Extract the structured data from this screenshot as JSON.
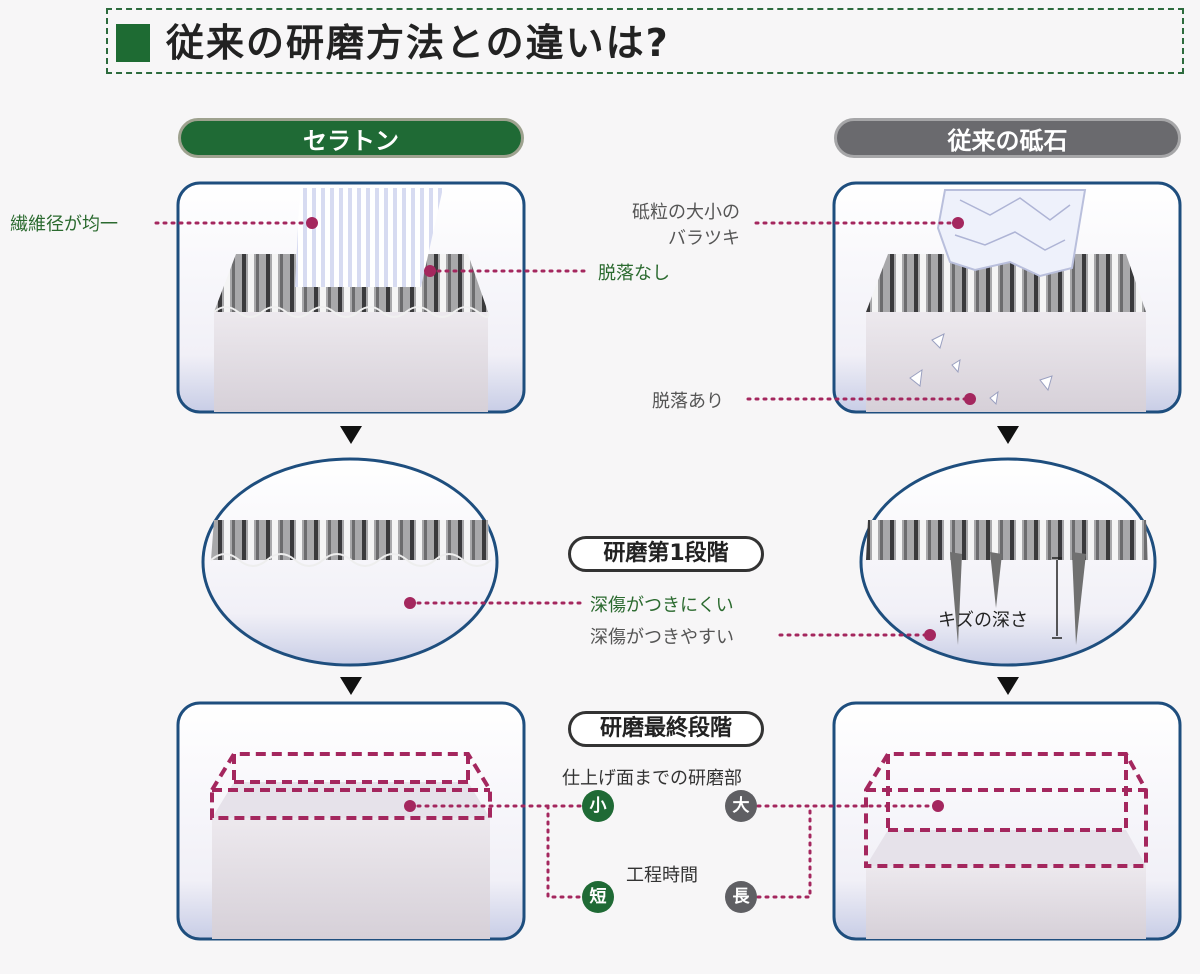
{
  "title": "従来の研磨方法との違いは?",
  "left_header": "セラトン",
  "right_header": "従来の砥石",
  "annotations": {
    "fiber": "繊維径が均一",
    "no_shedding": "脱落なし",
    "grain_variation_1": "砥粒の大小の",
    "grain_variation_2": "バラツキ",
    "shedding": "脱落あり",
    "scratch_depth": "キズの深さ",
    "deep_scratch_resistant": "深傷がつきにくい",
    "deep_scratch_prone": "深傷がつきやすい",
    "finish_area": "仕上げ面までの研磨部",
    "process_time": "工程時間"
  },
  "stages": {
    "stage1": "研磨第1段階",
    "final": "研磨最終段階"
  },
  "badges": {
    "small": "小",
    "large": "大",
    "short": "短",
    "long": "長"
  },
  "colors": {
    "green": "#1f6a35",
    "gray": "#6a6a6e",
    "frame_blue": "#1e4e7e",
    "dotted_magenta": "#a4275e"
  }
}
